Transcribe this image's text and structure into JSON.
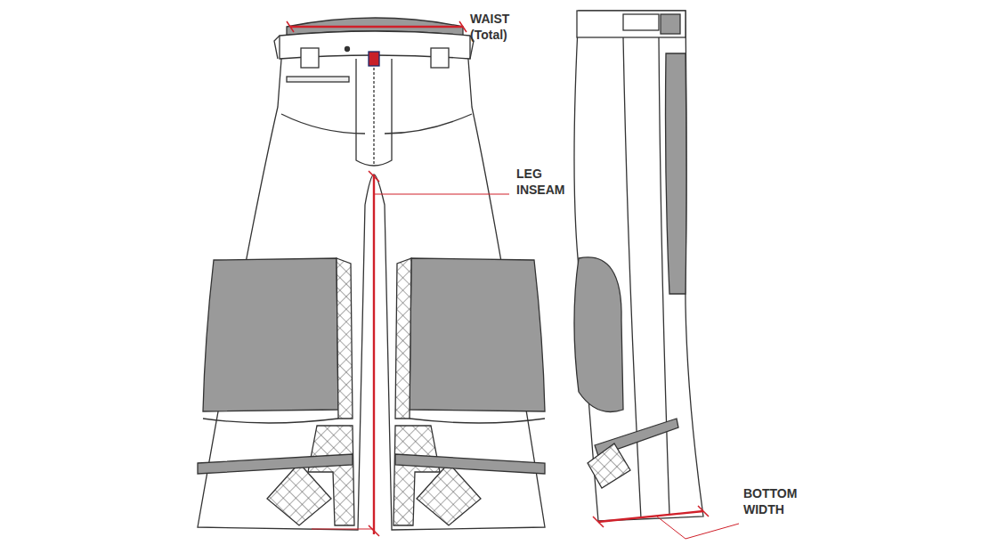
{
  "diagram": {
    "labels": [
      "WAIST (Total)",
      "LEG INSEAM",
      "BOTTOM WIDTH"
    ]
  }
}
